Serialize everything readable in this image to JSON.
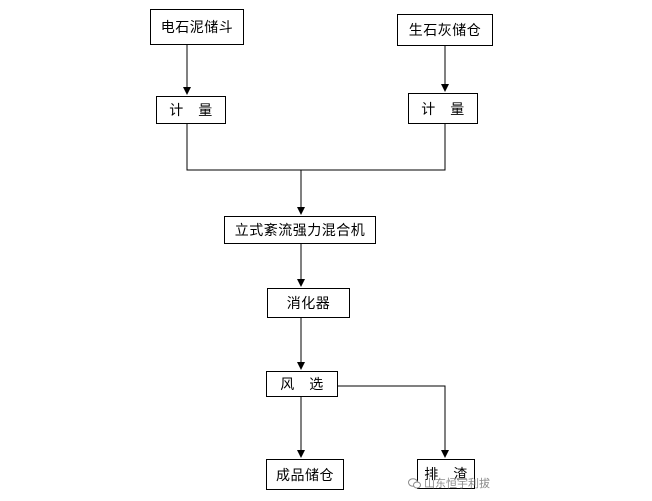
{
  "nodes": {
    "carbide_mud_hopper": "电石泥储斗",
    "quicklime_silo": "生石灰储仓",
    "metering_left": "计　量",
    "metering_right": "计　量",
    "mixer": "立式紊流强力混合机",
    "digester": "消化器",
    "air_separation": "风　选",
    "product_silo": "成品储仓",
    "slag_discharge": "排　渣"
  },
  "watermark": {
    "text": "山东恒宇利拔",
    "icon": "wechat-icon"
  },
  "colors": {
    "line": "#000000",
    "box_border": "#000000",
    "watermark": "#8c8c8c"
  }
}
